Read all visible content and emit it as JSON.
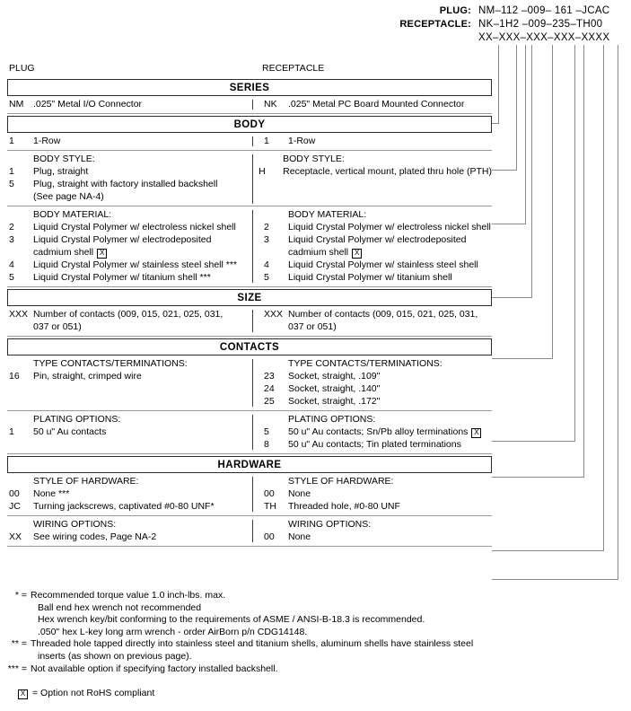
{
  "part_number_header": {
    "rows": [
      {
        "label": "PLUG:",
        "mask": "NM–112 –009– 161 –JCAC"
      },
      {
        "label": "RECEPTACLE:",
        "mask": "NK–1H2 –009–235–TH00"
      },
      {
        "label": "",
        "mask": "XX–XXX–XXX–XXX–XXXX"
      }
    ]
  },
  "column_headers": {
    "left": "PLUG",
    "right": "RECEPTACLE"
  },
  "sections": {
    "series": {
      "band": "SERIES",
      "left": {
        "code": "NM",
        "desc": ".025\" Metal I/O Connector"
      },
      "right": {
        "code": "NK",
        "desc": ".025\" Metal PC Board Mounted Connector"
      }
    },
    "body": {
      "band": "BODY",
      "rows": {
        "row_count": {
          "left_code": "1",
          "left_desc": "1-Row",
          "right_code": "1",
          "right_desc": "1-Row"
        },
        "body_style": {
          "title": "BODY STYLE:",
          "left_options": [
            {
              "code": "1",
              "desc": "Plug, straight"
            },
            {
              "code": "5",
              "desc": "Plug, straight with factory installed backshell"
            }
          ],
          "left_continuation": "(See page NA-4)",
          "right_options": [
            {
              "code": "H",
              "desc": "Receptacle, vertical mount, plated thru hole (PTH)"
            }
          ]
        },
        "body_material": {
          "title": "BODY MATERIAL:",
          "left_options": [
            {
              "code": "2",
              "desc": "Liquid Crystal Polymer w/ electroless nickel shell",
              "rohs": false
            },
            {
              "code": "3",
              "desc": "Liquid Crystal Polymer w/ electrodeposited",
              "continuation": "cadmium shell",
              "rohs": true
            },
            {
              "code": "4",
              "desc": "Liquid Crystal Polymer w/ stainless steel shell ***",
              "rohs": false
            },
            {
              "code": "5",
              "desc": "Liquid Crystal Polymer w/ titanium shell ***",
              "rohs": false
            }
          ],
          "right_options": [
            {
              "code": "2",
              "desc": "Liquid Crystal Polymer w/ electroless nickel shell",
              "rohs": false
            },
            {
              "code": "3",
              "desc": "Liquid Crystal Polymer w/ electrodeposited",
              "continuation": "cadmium shell",
              "rohs": true
            },
            {
              "code": "4",
              "desc": "Liquid Crystal Polymer w/ stainless steel shell",
              "rohs": false
            },
            {
              "code": "5",
              "desc": "Liquid Crystal Polymer w/ titanium shell",
              "rohs": false
            }
          ]
        }
      }
    },
    "size": {
      "band": "SIZE",
      "left": {
        "code": "XXX",
        "desc": "Number of contacts (009, 015, 021, 025, 031,",
        "continuation": "037 or 051)"
      },
      "right": {
        "code": "XXX",
        "desc": "Number of contacts (009, 015, 021, 025, 031,",
        "continuation": "037 or 051)"
      }
    },
    "contacts": {
      "band": "CONTACTS",
      "terminations": {
        "title": "TYPE CONTACTS/TERMINATIONS:",
        "left_options": [
          {
            "code": "16",
            "desc": "Pin, straight, crimped wire"
          }
        ],
        "right_options": [
          {
            "code": "23",
            "desc": "Socket, straight, .109\""
          },
          {
            "code": "24",
            "desc": "Socket, straight, .140\""
          },
          {
            "code": "25",
            "desc": "Socket, straight, .172\""
          }
        ]
      },
      "plating": {
        "title": "PLATING OPTIONS:",
        "left_options": [
          {
            "code": "1",
            "desc": "50 u\" Au contacts",
            "rohs": false
          }
        ],
        "right_options": [
          {
            "code": "5",
            "desc": "50 u\" Au contacts; Sn/Pb alloy terminations",
            "rohs": true
          },
          {
            "code": "8",
            "desc": "50 u\" Au contacts; Tin plated terminations",
            "rohs": false
          }
        ]
      }
    },
    "hardware": {
      "band": "HARDWARE",
      "style": {
        "title": "STYLE OF HARDWARE:",
        "left_options": [
          {
            "code": "00",
            "desc": "None  ***"
          },
          {
            "code": "JC",
            "desc": "Turning jackscrews, captivated #0-80 UNF*"
          }
        ],
        "right_options": [
          {
            "code": "00",
            "desc": "None"
          },
          {
            "code": "TH",
            "desc": "Threaded hole, #0-80 UNF"
          }
        ]
      },
      "wiring": {
        "title": "WIRING OPTIONS:",
        "left_options": [
          {
            "code": "XX",
            "desc": "See wiring codes, Page NA-2"
          }
        ],
        "right_options": [
          {
            "code": "00",
            "desc": "None"
          }
        ]
      }
    }
  },
  "footnotes": [
    {
      "mark": "* =",
      "lines": [
        "Recommended torque value 1.0 inch-lbs. max.",
        "Ball end hex wrench not recommended",
        "Hex wrench key/bit conforming to the requirements of ASME / ANSI-B-18.3 is recommended.",
        ".050\" hex L-key long arm wrench - order AirBorn p/n CDG14148."
      ]
    },
    {
      "mark": "** =",
      "lines": [
        "Threaded hole tapped directly into stainless steel and titanium shells, aluminum shells have stainless steel",
        "inserts (as shown on previous page)."
      ]
    },
    {
      "mark": "*** =",
      "lines": [
        "Not available option if specifying factory installed backshell."
      ]
    }
  ],
  "rohs_note": {
    "symbol": "X",
    "text": "= Option not RoHS compliant"
  },
  "colors": {
    "band_border": "#2c2c2c",
    "rule": "#9a9a9a",
    "leader": "#8a8a8a",
    "text": "#000000"
  }
}
